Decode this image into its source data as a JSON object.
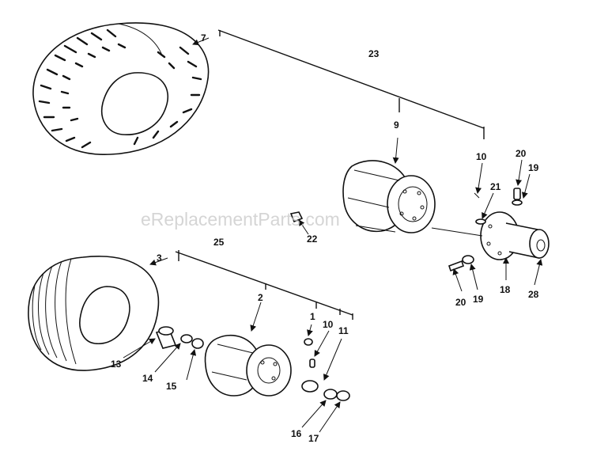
{
  "watermark": "eReplacementParts.com",
  "callouts": {
    "c7": "7",
    "c23": "23",
    "c9": "9",
    "c10a": "10",
    "c20a": "20",
    "c19a": "19",
    "c21": "21",
    "c22": "22",
    "c3": "3",
    "c25": "25",
    "c20b": "20",
    "c19b": "19",
    "c18": "18",
    "c28": "28",
    "c2": "2",
    "c1": "1",
    "c10b": "10",
    "c11": "11",
    "c13": "13",
    "c14": "14",
    "c15": "15",
    "c16": "16",
    "c17": "17"
  }
}
